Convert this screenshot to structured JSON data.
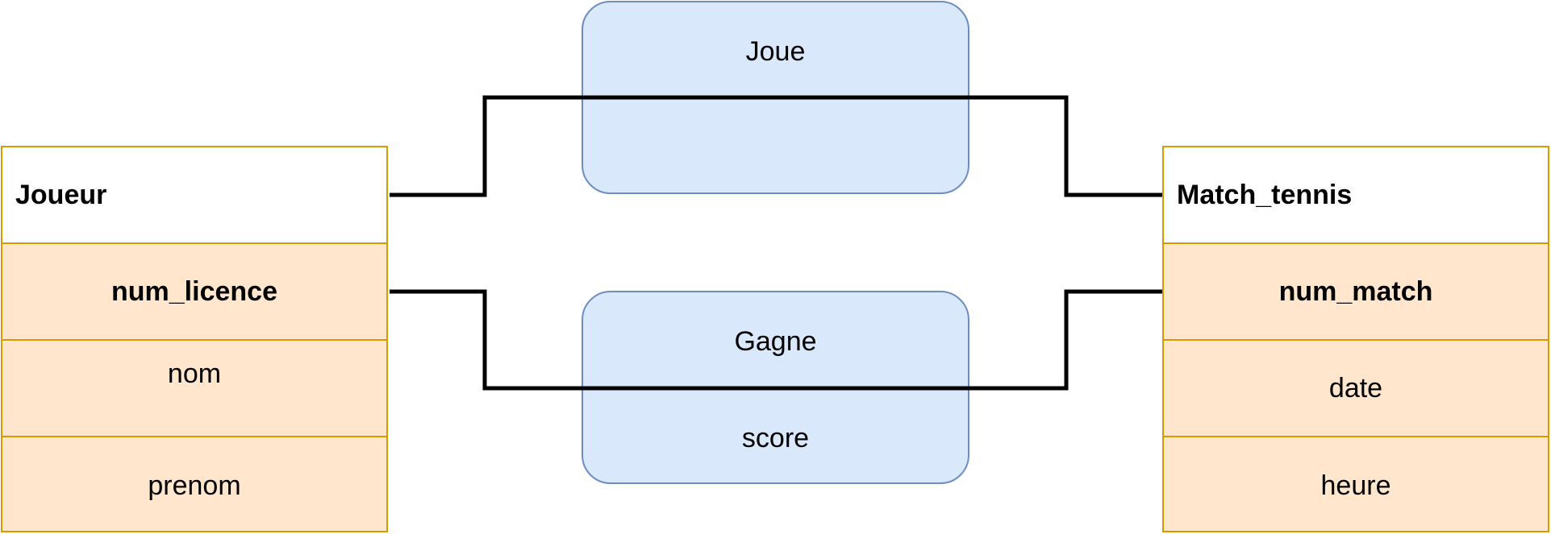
{
  "entities": {
    "joueur": {
      "name": "Joueur",
      "attributes": [
        "num_licence",
        "nom",
        "prenom"
      ]
    },
    "match": {
      "name": "Match_tennis",
      "attributes": [
        "num_match",
        "date",
        "heure"
      ]
    }
  },
  "associations": {
    "joue": {
      "name": "Joue",
      "attribute": ""
    },
    "gagne": {
      "name": "Gagne",
      "attribute": "score"
    }
  },
  "colors": {
    "entity_fill": "#ffe6cc",
    "entity_stroke": "#d79b00",
    "association_fill": "#dae8fc",
    "association_stroke": "#6c8ebf",
    "link": "#000000"
  }
}
